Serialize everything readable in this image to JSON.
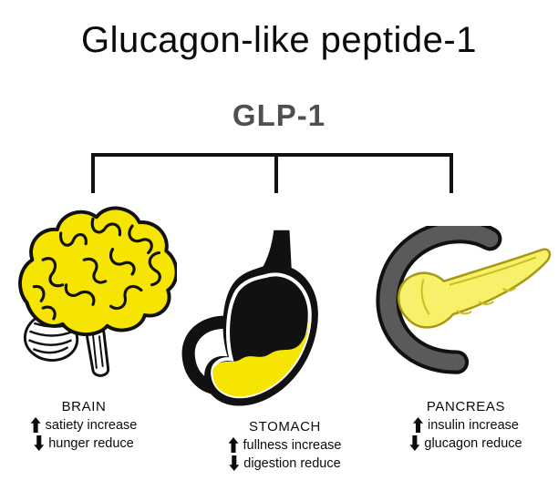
{
  "title": "Glucagon-like peptide-1",
  "hormone": {
    "label": "GLP-1"
  },
  "organs": [
    {
      "name": "BRAIN",
      "illustration": "brain-icon",
      "effects": [
        {
          "arrow": "up",
          "text": "satiety increase"
        },
        {
          "arrow": "down",
          "text": "hunger reduce"
        }
      ]
    },
    {
      "name": "STOMACH",
      "illustration": "stomach-icon",
      "effects": [
        {
          "arrow": "up",
          "text": "fullness increase"
        },
        {
          "arrow": "down",
          "text": "digestion reduce"
        }
      ]
    },
    {
      "name": "PANCREAS",
      "illustration": "pancreas-icon",
      "effects": [
        {
          "arrow": "up",
          "text": "insulin increase"
        },
        {
          "arrow": "down",
          "text": "glucagon reduce"
        }
      ]
    }
  ],
  "colors": {
    "organ_yellow": "#f5e500",
    "outline_black": "#111111",
    "hormone_label_gray": "#4f4f4f",
    "duodenum_gray": "#5a5a5a",
    "background": "#ffffff"
  }
}
